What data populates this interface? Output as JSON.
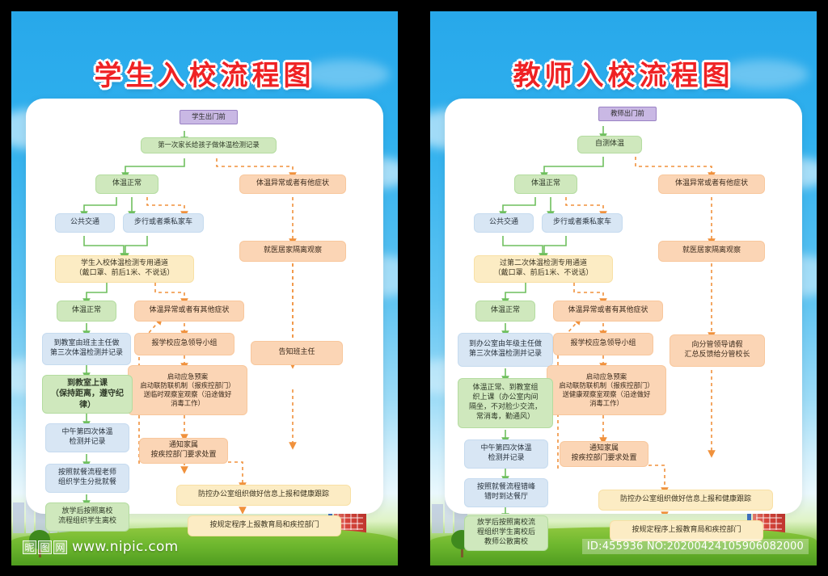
{
  "watermark": {
    "logo_chars": [
      "昵",
      "图",
      "网"
    ],
    "url": "www.nipic.com",
    "id_text": "ID:455936 NO:20200424105906082000"
  },
  "colors": {
    "sky": "#2ba8ea",
    "title_red": "#ef2224",
    "purple": "#c9b8e4",
    "green": "#cfe8bd",
    "blue": "#d8e6f4",
    "orange": "#fbd5b5",
    "yellow": "#fcecc4",
    "arrow_green": "#6fbf5e",
    "arrow_orange": "#f0913c",
    "grass": "#6fb82f"
  },
  "posters": [
    {
      "title": "学生入校流程图",
      "nodes": {
        "start": "学生出门前",
        "first_check": "第一次家长给孩子做体温检测记录",
        "temp_normal_1": "体温正常",
        "temp_abnormal_1": "体温异常或者有他症状",
        "public_transit": "公共交通",
        "walk_or_car": "步行或者乘私家车",
        "entry_channel": "学生入校体温检测专用通道\n（戴口罩、前后1米、不说话）",
        "seek_medical": "就医居家隔离观察",
        "temp_normal_2": "体温正常",
        "temp_abnormal_2": "体温异常或者有其他症状",
        "third_check": "到教室由班主主任做\n第三次体温检测并记录",
        "report_group": "报学校应急领导小组",
        "notify_teacher": "告知班主任",
        "emergency_plan": "启动应急预案\n启动联防联机制（报疾控部门）\n送临时观察室观察（沿途做好\n消毒工作）",
        "go_class": "到教室上课\n（保持距离，遵守纪律）",
        "fourth_check": "中午第四次体温\n检测并记录",
        "notify_family": "通知家属\n按疾控部门要求处置",
        "meal_process": "按照就餐流程老师\n组织学生分批就餐",
        "leave_school": "放学后按照离校\n流程组织学生离校",
        "office_report": "防控办公室组织做好信息上报和健康跟踪",
        "bureau_report": "按规定程序上报教育局和疾控部门"
      }
    },
    {
      "title": "教师入校流程图",
      "nodes": {
        "start": "教师出门前",
        "first_check": "自测体温",
        "temp_normal_1": "体温正常",
        "temp_abnormal_1": "体温异常或者有他症状",
        "public_transit": "公共交通",
        "walk_or_car": "步行或者乘私家车",
        "entry_channel": "过第二次体温检测专用通道\n（戴口罩、前后1米、不说话）",
        "seek_medical": "就医居家隔离观察",
        "temp_normal_2": "体温正常",
        "temp_abnormal_2": "体温异常或者有其他症状",
        "third_check": "到办公室由年级主任做\n第三次体温检测并记录",
        "report_group": "报学校应急领导小组",
        "notify_teacher": "向分管领导请假\n汇总反馈给分管校长",
        "emergency_plan": "启动应急预案\n启动联防联机制（报疾控部门）\n送健康观察室观察（沿途做好\n消毒工作）",
        "go_class": "体温正常、到教室组\n织上课（办公室内间\n隔坐，不对脸少交流，\n常消毒，勤通风）",
        "fourth_check": "中午第四次体温\n检测并记录",
        "notify_family": "通知家属\n按疾控部门要求处置",
        "meal_process": "按照就餐流程错峰\n错时到达餐厅",
        "leave_school": "放学后按照离校流\n程组织学生离校后\n教师公散离校",
        "office_report": "防控办公室组织做好信息上报和健康跟踪",
        "bureau_report": "按规定程序上报教育局和疾控部门"
      }
    }
  ]
}
